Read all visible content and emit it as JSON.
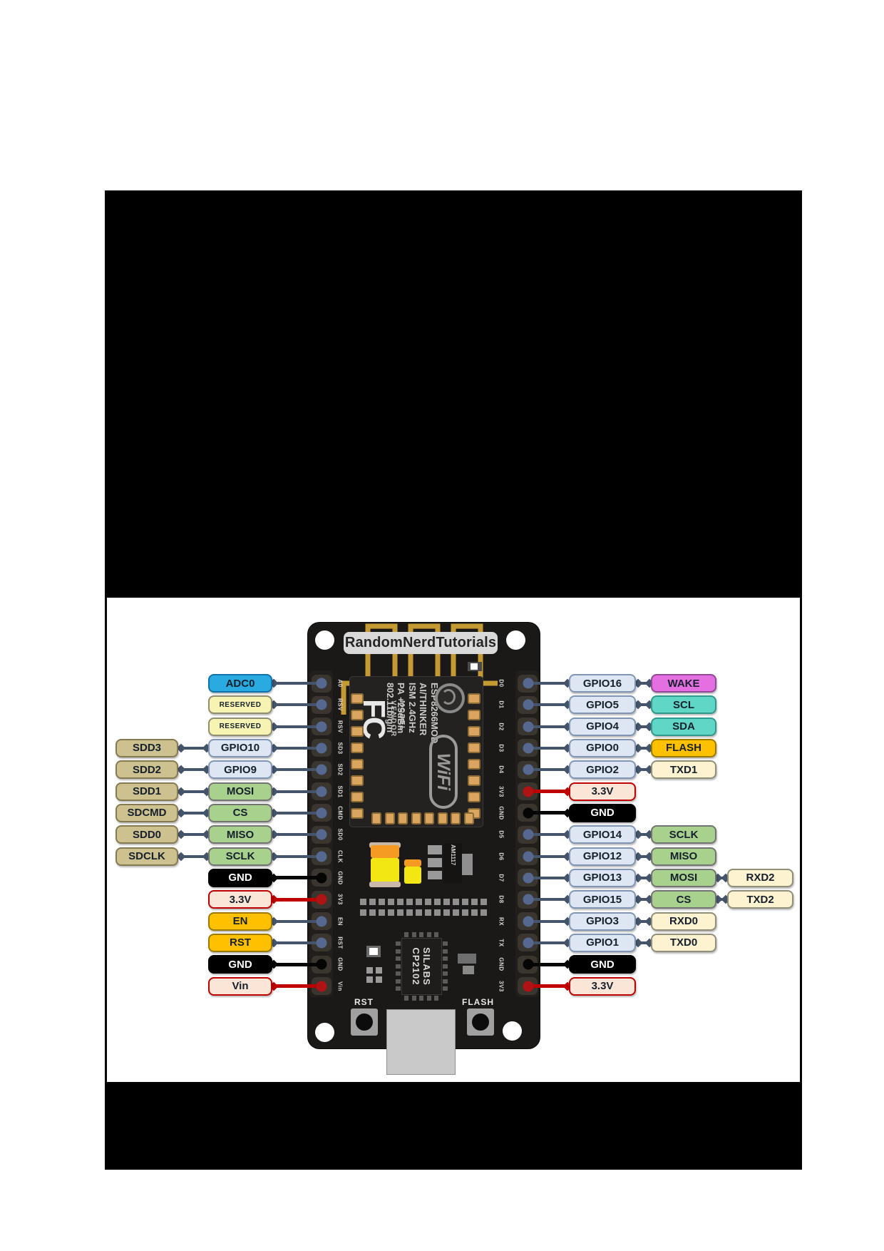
{
  "title_label": "RandomNerdTutorials",
  "board": {
    "silkscreen_left": [
      "A0",
      "RSV",
      "RSV",
      "SD3",
      "SD2",
      "SD1",
      "CMD",
      "SD0",
      "CLK",
      "GND",
      "3V3",
      "EN",
      "RST",
      "GND",
      "Vin"
    ],
    "silkscreen_right": [
      "D0",
      "D1",
      "D2",
      "D3",
      "D4",
      "3V3",
      "GND",
      "D5",
      "D6",
      "D7",
      "D8",
      "RX",
      "TX",
      "GND",
      "3V3"
    ],
    "module": {
      "fcc": "FC",
      "model": "MODEL",
      "vendor": "VENDOR",
      "line1": "ESP8266MOD",
      "line2": "AI/THINKER",
      "line3": "ISM 2.4GHz",
      "line4": "PA +25dBm",
      "line5": "802.11b/g/n",
      "wifi_label": "WiFi"
    },
    "regulator": "AM1117",
    "usb_chip_line1": "SILABS",
    "usb_chip_line2": "CP2102",
    "reset_button": "RST",
    "flash_button": "FLASH"
  },
  "left_rows": [
    {
      "line": "slate",
      "cells": [
        {
          "col": 1,
          "text": "ADC0",
          "style": "blue"
        }
      ]
    },
    {
      "line": "slate",
      "cells": [
        {
          "col": 1,
          "text": "RESERVED",
          "style": "reserved"
        }
      ]
    },
    {
      "line": "slate",
      "cells": [
        {
          "col": 1,
          "text": "RESERVED",
          "style": "reserved"
        }
      ]
    },
    {
      "line": "slate",
      "cells": [
        {
          "col": 0,
          "text": "SDD3",
          "style": "khaki"
        },
        {
          "col": 1,
          "text": "GPIO10",
          "style": "gpio"
        }
      ]
    },
    {
      "line": "slate",
      "cells": [
        {
          "col": 0,
          "text": "SDD2",
          "style": "khaki"
        },
        {
          "col": 1,
          "text": "GPIO9",
          "style": "gpio"
        }
      ]
    },
    {
      "line": "slate",
      "cells": [
        {
          "col": 0,
          "text": "SDD1",
          "style": "khaki"
        },
        {
          "col": 1,
          "text": "MOSI",
          "style": "green"
        }
      ]
    },
    {
      "line": "slate",
      "cells": [
        {
          "col": 0,
          "text": "SDCMD",
          "style": "khaki"
        },
        {
          "col": 1,
          "text": "CS",
          "style": "green"
        }
      ]
    },
    {
      "line": "slate",
      "cells": [
        {
          "col": 0,
          "text": "SDD0",
          "style": "khaki"
        },
        {
          "col": 1,
          "text": "MISO",
          "style": "green"
        }
      ]
    },
    {
      "line": "slate",
      "cells": [
        {
          "col": 0,
          "text": "SDCLK",
          "style": "khaki"
        },
        {
          "col": 1,
          "text": "SCLK",
          "style": "green"
        }
      ]
    },
    {
      "line": "black",
      "cells": [
        {
          "col": 1,
          "text": "GND",
          "style": "gnd"
        }
      ]
    },
    {
      "line": "red",
      "cells": [
        {
          "col": 1,
          "text": "3.3V",
          "style": "power"
        }
      ]
    },
    {
      "line": "slate",
      "cells": [
        {
          "col": 1,
          "text": "EN",
          "style": "amber"
        }
      ]
    },
    {
      "line": "slate",
      "cells": [
        {
          "col": 1,
          "text": "RST",
          "style": "amber"
        }
      ]
    },
    {
      "line": "black",
      "cells": [
        {
          "col": 1,
          "text": "GND",
          "style": "gnd"
        }
      ]
    },
    {
      "line": "red",
      "cells": [
        {
          "col": 1,
          "text": "Vin",
          "style": "power"
        }
      ]
    }
  ],
  "right_rows": [
    {
      "line": "slate",
      "cells": [
        {
          "col": 0,
          "text": "GPIO16",
          "style": "gpio"
        },
        {
          "col": 1,
          "text": "WAKE",
          "style": "magenta"
        }
      ]
    },
    {
      "line": "slate",
      "cells": [
        {
          "col": 0,
          "text": "GPIO5",
          "style": "gpio"
        },
        {
          "col": 1,
          "text": "SCL",
          "style": "teal"
        }
      ]
    },
    {
      "line": "slate",
      "cells": [
        {
          "col": 0,
          "text": "GPIO4",
          "style": "gpio"
        },
        {
          "col": 1,
          "text": "SDA",
          "style": "teal"
        }
      ]
    },
    {
      "line": "slate",
      "cells": [
        {
          "col": 0,
          "text": "GPIO0",
          "style": "gpio"
        },
        {
          "col": 1,
          "text": "FLASH",
          "style": "amber"
        }
      ]
    },
    {
      "line": "slate",
      "cells": [
        {
          "col": 0,
          "text": "GPIO2",
          "style": "gpio"
        },
        {
          "col": 1,
          "text": "TXD1",
          "style": "cream"
        }
      ]
    },
    {
      "line": "red",
      "cells": [
        {
          "col": 0,
          "text": "3.3V",
          "style": "power"
        }
      ]
    },
    {
      "line": "black",
      "cells": [
        {
          "col": 0,
          "text": "GND",
          "style": "gnd"
        }
      ]
    },
    {
      "line": "slate",
      "cells": [
        {
          "col": 0,
          "text": "GPIO14",
          "style": "gpio"
        },
        {
          "col": 1,
          "text": "SCLK",
          "style": "green"
        }
      ]
    },
    {
      "line": "slate",
      "cells": [
        {
          "col": 0,
          "text": "GPIO12",
          "style": "gpio"
        },
        {
          "col": 1,
          "text": "MISO",
          "style": "green"
        }
      ]
    },
    {
      "line": "slate",
      "cells": [
        {
          "col": 0,
          "text": "GPIO13",
          "style": "gpio"
        },
        {
          "col": 1,
          "text": "MOSI",
          "style": "green"
        },
        {
          "col": 2,
          "text": "RXD2",
          "style": "cream"
        }
      ]
    },
    {
      "line": "slate",
      "cells": [
        {
          "col": 0,
          "text": "GPIO15",
          "style": "gpio"
        },
        {
          "col": 1,
          "text": "CS",
          "style": "green"
        },
        {
          "col": 2,
          "text": "TXD2",
          "style": "cream"
        }
      ]
    },
    {
      "line": "slate",
      "cells": [
        {
          "col": 0,
          "text": "GPIO3",
          "style": "gpio"
        },
        {
          "col": 1,
          "text": "RXD0",
          "style": "cream"
        }
      ]
    },
    {
      "line": "slate",
      "cells": [
        {
          "col": 0,
          "text": "GPIO1",
          "style": "gpio"
        },
        {
          "col": 1,
          "text": "TXD0",
          "style": "cream"
        }
      ]
    },
    {
      "line": "black",
      "cells": [
        {
          "col": 0,
          "text": "GND",
          "style": "gnd"
        }
      ]
    },
    {
      "line": "red",
      "cells": [
        {
          "col": 0,
          "text": "3.3V",
          "style": "power"
        }
      ]
    }
  ],
  "colors": {
    "adc_blue": "#29abe2",
    "reserved_yellow": "#f7f3b2",
    "sd_khaki": "#cdc190",
    "gpio_blue": "#dde6f2",
    "spi_green": "#a9d18e",
    "power_pink": "#fbe5d6",
    "power_red_border": "#c00000",
    "control_amber": "#ffc000",
    "uart_cream": "#fdf3d0",
    "wake_magenta": "#e36fe0",
    "i2c_teal": "#5fd6c6",
    "gnd_black": "#000000",
    "wire_slate": "#44546a",
    "antenna_gold": "#c59a33"
  }
}
